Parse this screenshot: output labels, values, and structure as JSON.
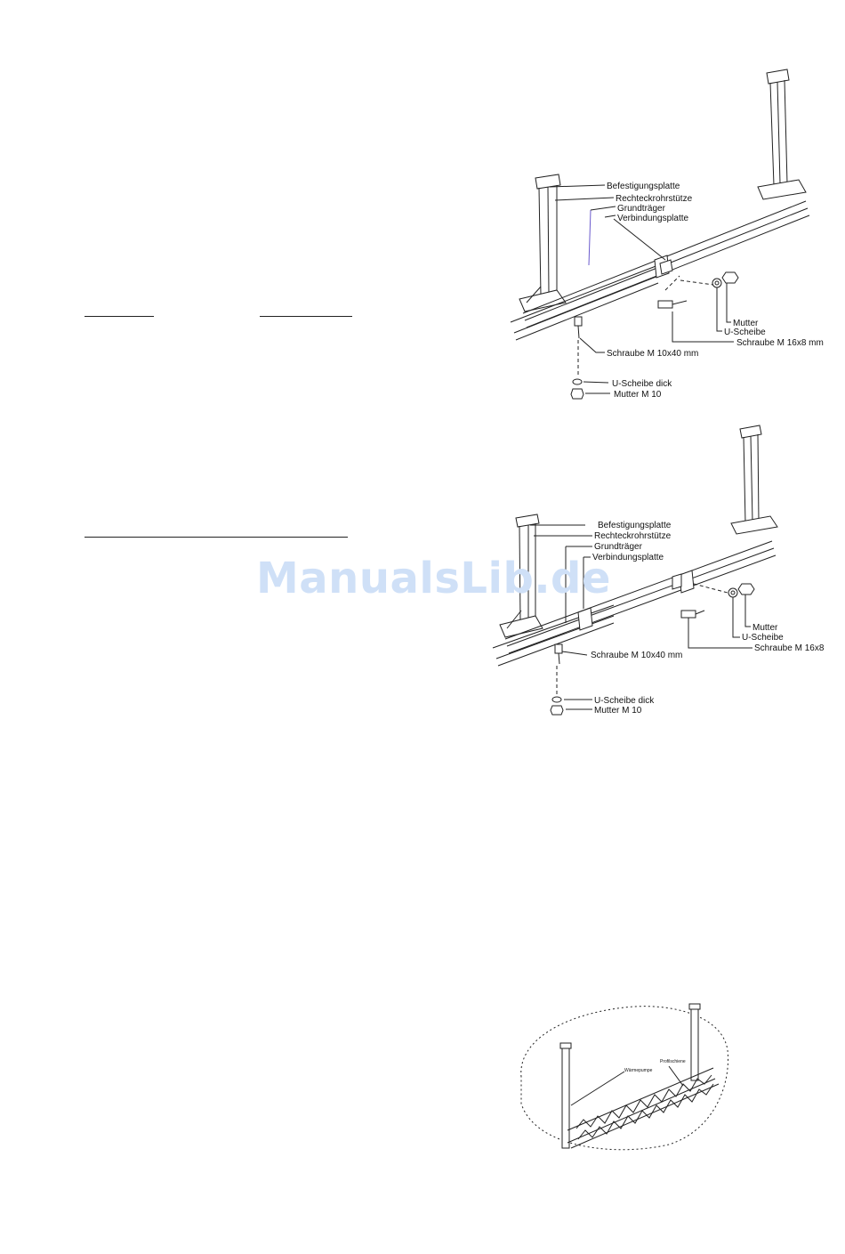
{
  "watermark": "ManualsLib.de",
  "figure1": {
    "labels": {
      "befestigungsplatte": "Befestigungsplatte",
      "rechteckrohrstuetze": "Rechteckrohrstütze",
      "grundtraeger": "Grundträger",
      "verbindungsplatte": "Verbindungsplatte",
      "mutter": "Mutter",
      "u_scheibe": "U-Scheibe",
      "schraube_m16": "Schraube M 16x8 mm",
      "schraube_m10": "Schraube M 10x40 mm",
      "u_scheibe_dick": "U-Scheibe dick",
      "mutter_m10": "Mutter M 10"
    }
  },
  "figure2": {
    "labels": {
      "befestigungsplatte": "Befestigungsplatte",
      "rechteckrohrstuetze": "Rechteckrohrstütze",
      "grundtraeger": "Grundträger",
      "verbindungsplatte": "Verbindungsplatte",
      "mutter": "Mutter",
      "u_scheibe": "U-Scheibe",
      "schraube_m16": "Schraube M 16x8",
      "schraube_m10": "Schraube M 10x40 mm",
      "u_scheibe_dick": "U-Scheibe dick",
      "mutter_m10": "Mutter M 10"
    }
  },
  "figure3": {
    "labels": {
      "profilschiene": "Profilschiene",
      "waermepumpe": "Wärmepumpe"
    }
  }
}
